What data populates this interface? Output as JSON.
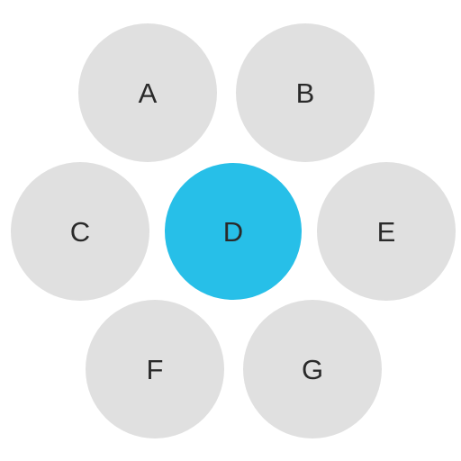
{
  "keys": [
    {
      "id": "A",
      "label": "A",
      "selected": false
    },
    {
      "id": "B",
      "label": "B",
      "selected": false
    },
    {
      "id": "C",
      "label": "C",
      "selected": false
    },
    {
      "id": "D",
      "label": "D",
      "selected": true
    },
    {
      "id": "E",
      "label": "E",
      "selected": false
    },
    {
      "id": "F",
      "label": "F",
      "selected": false
    },
    {
      "id": "G",
      "label": "G",
      "selected": false
    }
  ],
  "colors": {
    "background": "#ffffff",
    "button": "#e0e0e0",
    "selected": "#27bfe8",
    "text": "#2a2a2a"
  }
}
